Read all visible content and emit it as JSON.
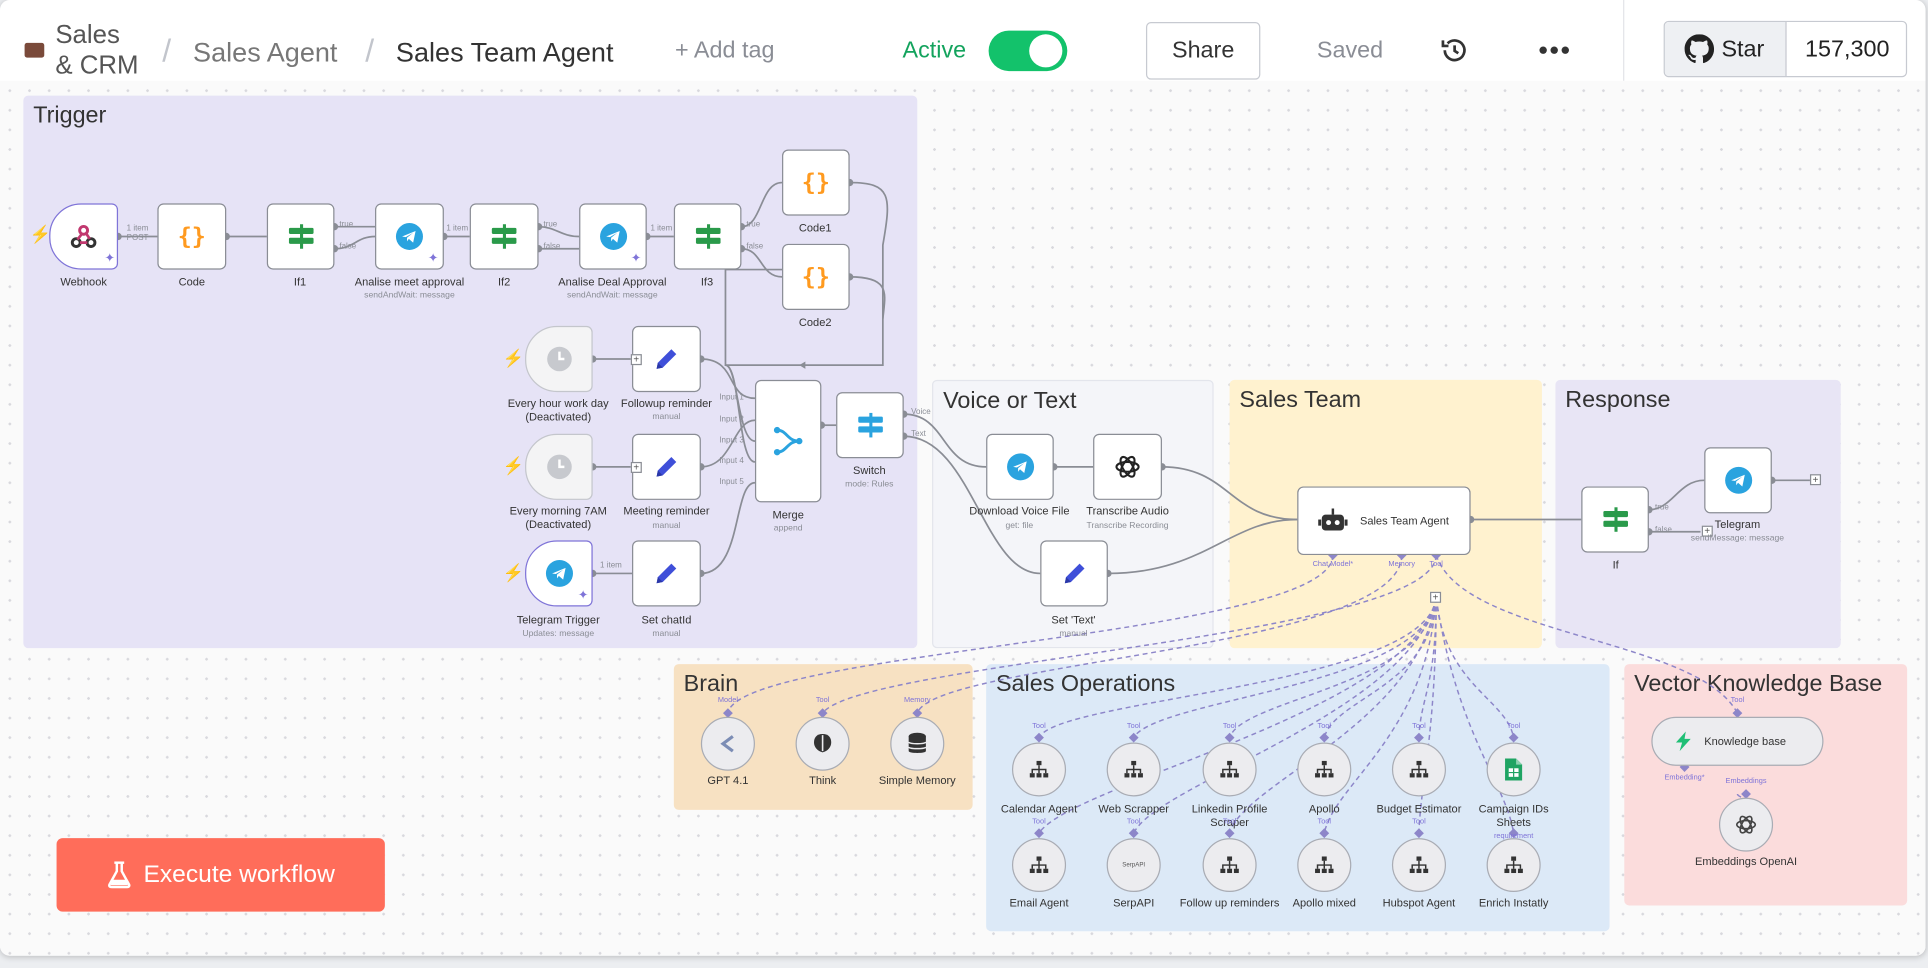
{
  "header": {
    "project": "Sales\n& CRM",
    "breadcrumb_parent": "Sales Agent",
    "separator": "/",
    "workflow_name": "Sales Team Agent",
    "add_tag": "+ Add tag",
    "active_label": "Active",
    "active": true,
    "share": "Share",
    "saved": "Saved",
    "star": "Star",
    "star_count": "157,300"
  },
  "sticky_notes": {
    "trigger": "Trigger",
    "voice_or_text": "Voice or Text",
    "sales_team": "Sales Team",
    "response": "Response",
    "brain": "Brain",
    "sales_operations": "Sales Operations",
    "vector_kb": "Vector Knowledge Base"
  },
  "nodes": {
    "webhook": {
      "label": "Webhook"
    },
    "code": {
      "label": "Code"
    },
    "if1": {
      "label": "If1"
    },
    "analise_meet": {
      "label": "Analise meet approval",
      "sub": "sendAndWait: message"
    },
    "if2": {
      "label": "If2"
    },
    "analise_deal": {
      "label": "Analise Deal Approval",
      "sub": "sendAndWait: message"
    },
    "if3": {
      "label": "If3"
    },
    "code1": {
      "label": "Code1"
    },
    "code2": {
      "label": "Code2"
    },
    "every_hour": {
      "label": "Every hour work day\n(Deactivated)"
    },
    "followup": {
      "label": "Followup reminder",
      "sub": "manual"
    },
    "every_morning": {
      "label": "Every morning 7AM\n(Deactivated)"
    },
    "meeting": {
      "label": "Meeting reminder",
      "sub": "manual"
    },
    "telegram_trigger": {
      "label": "Telegram Trigger",
      "sub": "Updates: message"
    },
    "set_chatid": {
      "label": "Set chatId",
      "sub": "manual"
    },
    "merge": {
      "label": "Merge",
      "sub": "append"
    },
    "switch": {
      "label": "Switch",
      "sub": "mode: Rules"
    },
    "download_voice": {
      "label": "Download Voice File",
      "sub": "get: file"
    },
    "transcribe": {
      "label": "Transcribe Audio",
      "sub": "Transcribe Recording"
    },
    "set_text": {
      "label": "Set 'Text'",
      "sub": "manual"
    },
    "agent": {
      "label": "Sales Team Agent"
    },
    "if": {
      "label": "If"
    },
    "telegram": {
      "label": "Telegram",
      "sub": "sendMessage: message"
    },
    "gpt41": {
      "label": "GPT 4.1"
    },
    "think": {
      "label": "Think"
    },
    "memory": {
      "label": "Simple Memory"
    },
    "calendar": {
      "label": "Calendar Agent"
    },
    "scrapper": {
      "label": "Web Scrapper"
    },
    "linkedin": {
      "label": "Linkedin Profile\nScraper"
    },
    "apollo": {
      "label": "Apollo"
    },
    "budget": {
      "label": "Budget Estimator"
    },
    "campaign": {
      "label": "Campaign IDs\nSheets"
    },
    "email": {
      "label": "Email Agent"
    },
    "serpapi": {
      "label": "SerpAPI"
    },
    "followup_rem": {
      "label": "Follow up reminders"
    },
    "apollo_mixed": {
      "label": "Apollo mixed"
    },
    "hubspot": {
      "label": "Hubspot Agent"
    },
    "instatly": {
      "label": "Enrich Instatly"
    },
    "kb": {
      "label": "Knowledge base"
    },
    "embeddings": {
      "label": "Embeddings OpenAI"
    }
  },
  "edge_labels": {
    "one_item": "1 item",
    "post": "POST",
    "true": "true",
    "false": "false",
    "input1": "Input 1",
    "input2": "Input 2",
    "input3": "Input 3",
    "input4": "Input 4",
    "input5": "Input 5",
    "voice": "Voice",
    "text": "Text"
  },
  "port_labels": {
    "chat_model": "Chat Model*",
    "memory": "Memory",
    "tool": "Tool",
    "model": "Model",
    "embedding": "Embedding*",
    "embeddings": "Embeddings",
    "serpapi_icon": "SerpAPI",
    "instatly_sub": "requirement"
  },
  "execute": "Execute workflow",
  "colors": {
    "accent": "#ff6d5a",
    "active_toggle": "#13c26b",
    "trigger_note": "#e6e3f6",
    "voice_note": "#f4f5f9",
    "sales_note": "#fff2cf",
    "response_note": "#e8e5f5",
    "brain_note": "#f7e1c2",
    "ops_note": "#dce9f7",
    "kb_note": "#fbdcdc"
  }
}
